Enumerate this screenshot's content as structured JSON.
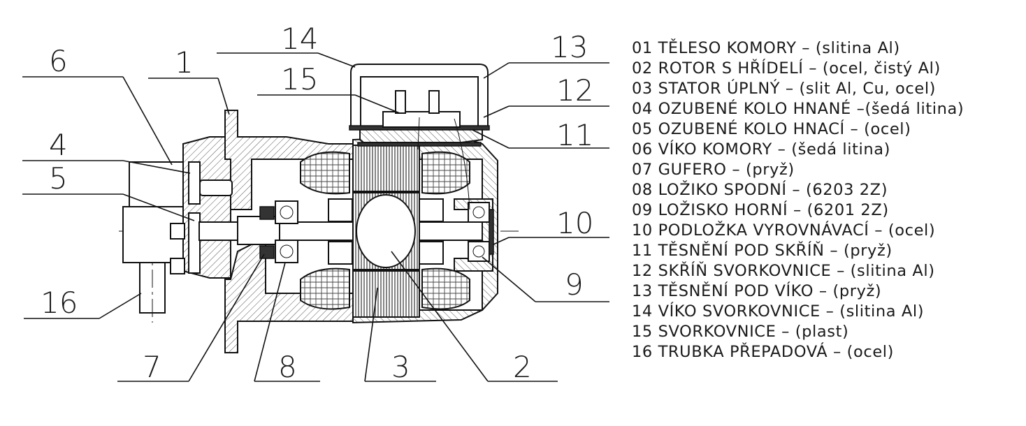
{
  "callouts": [
    "14",
    "13",
    "15",
    "12",
    "11",
    "6",
    "1",
    "4",
    "5",
    "10",
    "9",
    "16",
    "7",
    "8",
    "3",
    "2"
  ],
  "legend": [
    "01 TĚLESO KOMORY – (slitina Al)",
    "02 ROTOR S HŘÍDELÍ – (ocel, čistý Al)",
    "03 STATOR ÚPLNÝ – (slit Al, Cu, ocel)",
    "04 OZUBENÉ KOLO HNANÉ –(šedá litina)",
    "05 OZUBENÉ KOLO HNACÍ – (ocel)",
    "06 VÍKO KOMORY – (šedá litina)",
    "07 GUFERO – (pryž)",
    "08 LOŽIKO SPODNÍ – (6203 2Z)",
    "09 LOŽISKO HORNÍ – (6201 2Z)",
    "10 PODLOŽKA VYROVNÁVACÍ – (ocel)",
    "11 TĚSNĚNÍ POD SKŘÍŇ – (pryž)",
    "12 SKŘÍŇ SVORKOVNICE – (slitina Al)",
    "13 TĚSNĚNÍ POD VÍKO – (pryž)",
    "14 VÍKO SVORKOVNICE – (slitina Al)",
    "15 SVORKOVNICE – (plast)",
    "16 TRUBKA PŘEPADOVÁ – (ocel)"
  ]
}
